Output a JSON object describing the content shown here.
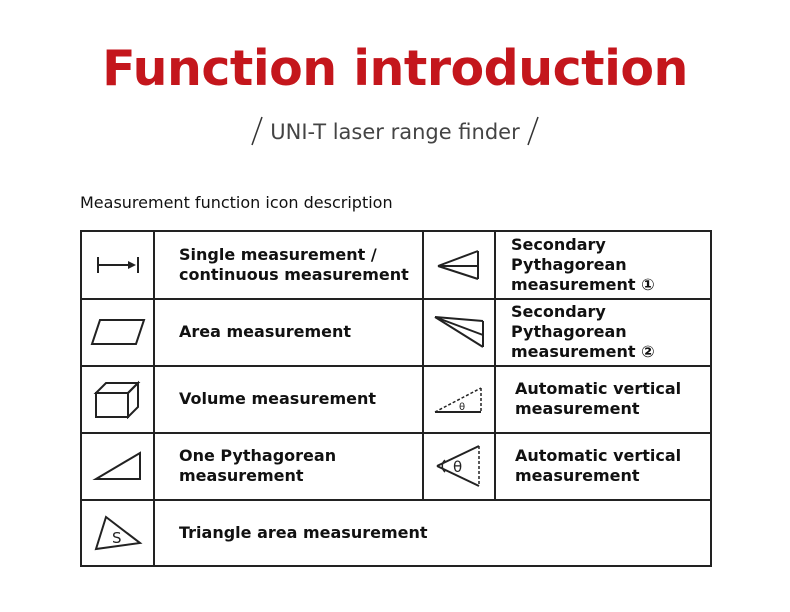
{
  "header": {
    "title": "Function introduction",
    "subtitle": "UNI-T laser range finder"
  },
  "section": {
    "heading": "Measurement function icon description"
  },
  "functions": [
    {
      "icon": "single-continuous-measurement-icon",
      "label": "Single measurement / continuous measurement"
    },
    {
      "icon": "area-measurement-icon",
      "label": "Area measurement"
    },
    {
      "icon": "volume-measurement-icon",
      "label": "Volume measurement"
    },
    {
      "icon": "one-pythagorean-icon",
      "label": "One Pythagorean measurement"
    },
    {
      "icon": "triangle-area-icon",
      "label": "Triangle area measurement"
    },
    {
      "icon": "secondary-pythagorean-1-icon",
      "label": "Secondary Pythagorean measurement ①"
    },
    {
      "icon": "secondary-pythagorean-2-icon",
      "label": "Secondary Pythagorean measurement ②"
    },
    {
      "icon": "automatic-vertical-icon",
      "label": "Automatic vertical measurement"
    },
    {
      "icon": "automatic-vertical-2-icon",
      "label": "Automatic vertical measurement"
    }
  ],
  "text_lines": {
    "f0": [
      "Single measurement /",
      "continuous measurement"
    ],
    "f1": [
      "Area measurement"
    ],
    "f2": [
      "Volume measurement"
    ],
    "f3": [
      "One Pythagorean",
      "measurement"
    ],
    "f4": [
      "Triangle area measurement"
    ],
    "f5": [
      "Secondary Pythagorean",
      "measurement ①"
    ],
    "f6": [
      "Secondary Pythagorean",
      "measurement ②"
    ],
    "f7": [
      "Automatic vertical",
      "measurement"
    ],
    "f8": [
      "Automatic vertical",
      "measurement"
    ]
  },
  "icon_glyphs": {
    "triangle_area_letter": "S",
    "angle_symbol": "θ"
  },
  "colors": {
    "title": "#c4161c",
    "border": "#222222"
  }
}
